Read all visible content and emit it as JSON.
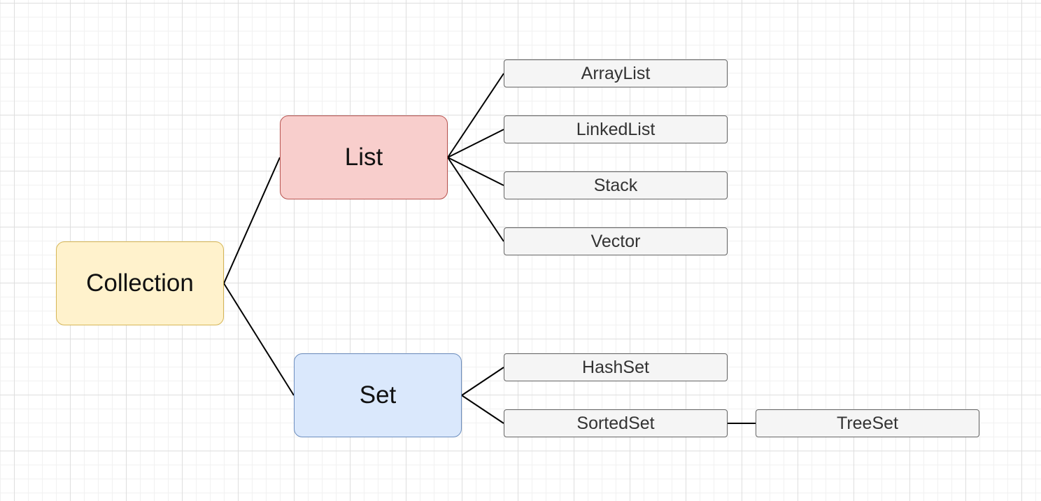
{
  "diagram": {
    "root": {
      "label": "Collection",
      "fill": "#fff2cc",
      "stroke": "#d6b656"
    },
    "branches": [
      {
        "label": "List",
        "fill": "#f8cecc",
        "stroke": "#b85450",
        "children": [
          "ArrayList",
          "LinkedList",
          "Stack",
          "Vector"
        ]
      },
      {
        "label": "Set",
        "fill": "#dae8fc",
        "stroke": "#6c8ebf",
        "children": [
          "HashSet",
          "SortedSet"
        ]
      }
    ],
    "extra": {
      "parent": "SortedSet",
      "label": "TreeSet"
    },
    "leaf_fill": "#f5f5f5",
    "leaf_stroke": "#666666",
    "edge_color": "#000000"
  }
}
